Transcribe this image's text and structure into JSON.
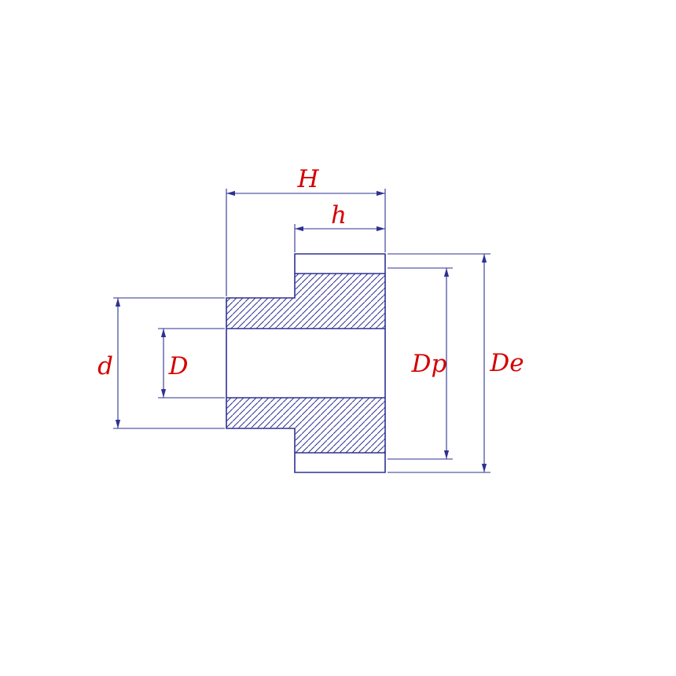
{
  "drawing_type": "gear-cross-section",
  "labels": {
    "total_width": "H",
    "face_width": "h",
    "hub_diameter": "d",
    "bore_diameter": "D",
    "pitch_diameter": "Dp",
    "outside_diameter": "De"
  },
  "colors": {
    "line": "#2e3192",
    "label": "#d40000",
    "background": "#ffffff"
  }
}
